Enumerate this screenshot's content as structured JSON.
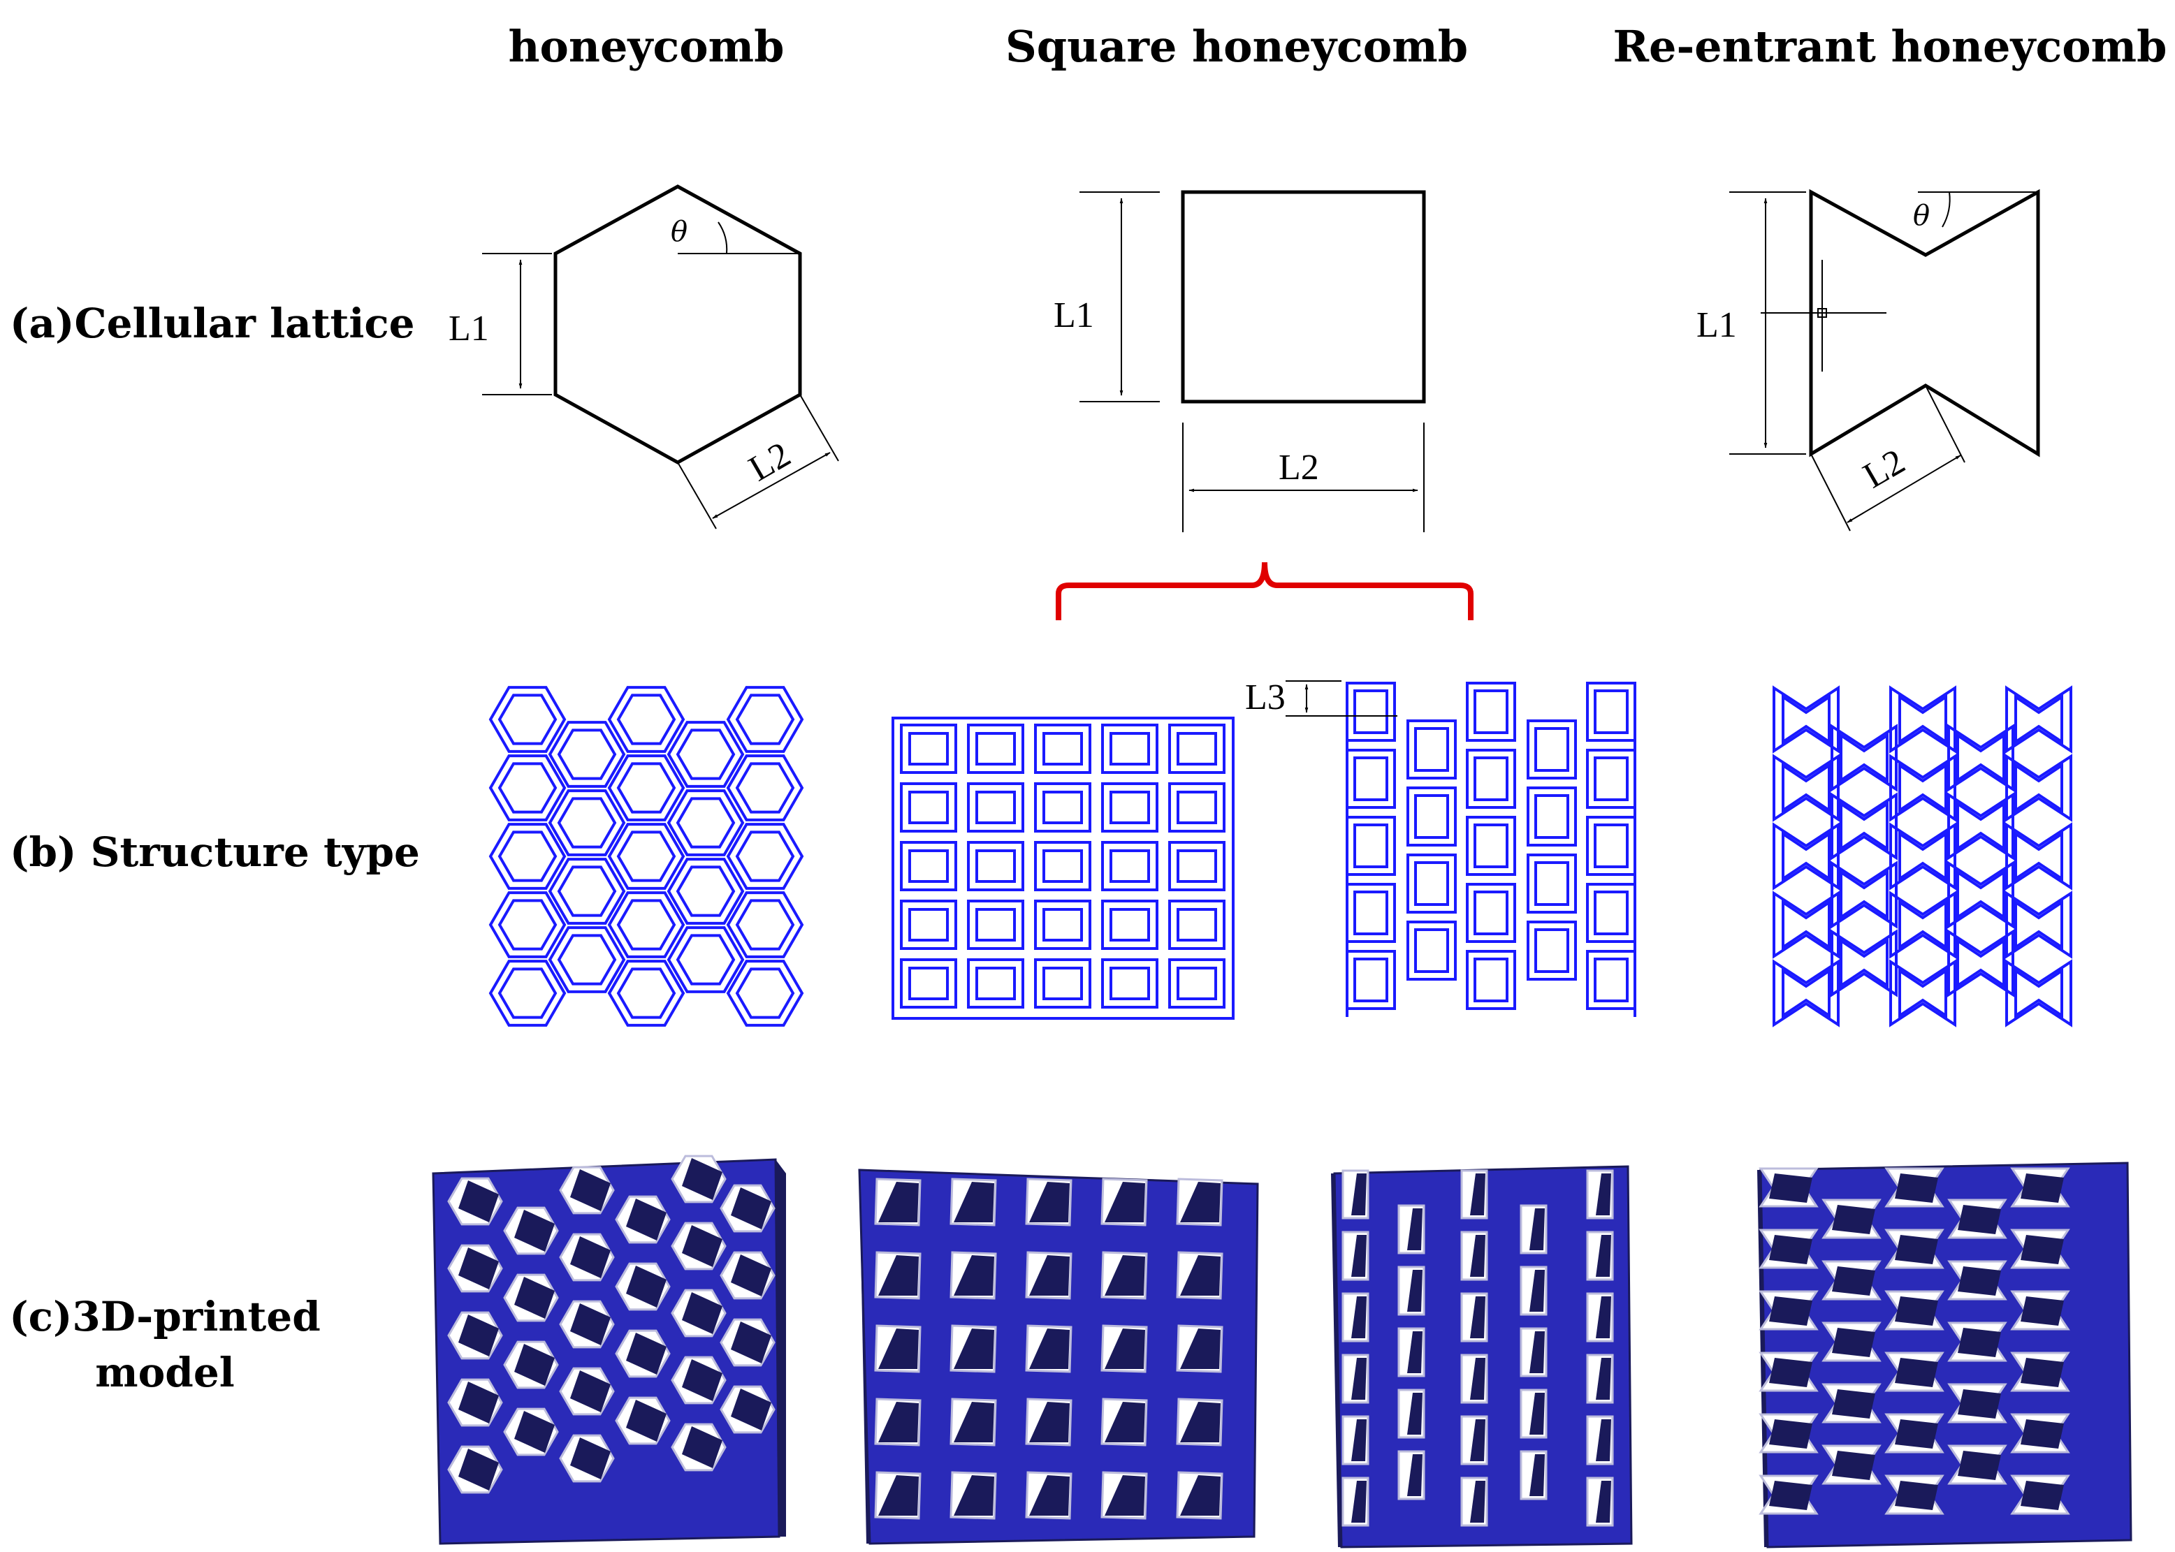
{
  "columns": {
    "honeycomb": "honeycomb",
    "square": "Square honeycomb",
    "reentrant": "Re-entrant honeycomb"
  },
  "rows": {
    "a": "(a)Cellular lattice",
    "b": "(b) Structure type",
    "c_line1": "(c)3D-printed",
    "c_line2": "model"
  },
  "dimensions": {
    "L1": "L1",
    "L2": "L2",
    "L3": "L3",
    "theta": "θ"
  },
  "colors": {
    "lattice": "#1a1aff",
    "solid": "#2a2ab8",
    "solid_dark": "#1a1a5a",
    "brace": "#e00000",
    "ink": "#000000"
  }
}
